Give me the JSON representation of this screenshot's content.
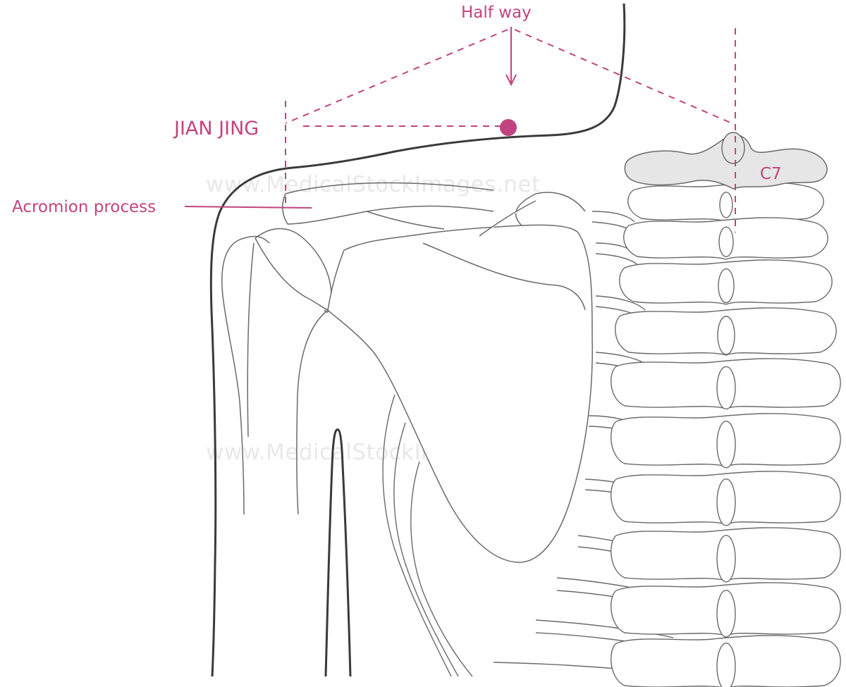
{
  "labels": {
    "half_way": "Half way",
    "acupoint": "JIAN JING",
    "acromion": "Acromion process",
    "vertebra": "C7"
  },
  "watermark": "www.MedicalStockImages.net",
  "colors": {
    "accent": "#c2447e",
    "outline": "#3a3a3a",
    "bone": "#6a6a6a",
    "highlight": "#e6e6e6"
  }
}
